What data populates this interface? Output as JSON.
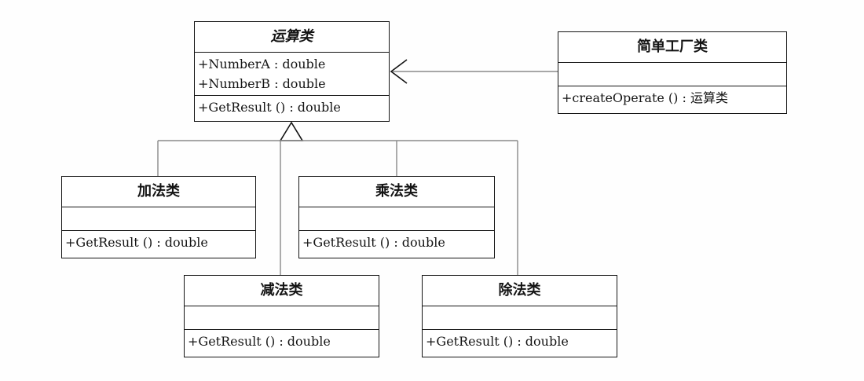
{
  "classes": {
    "operation": {
      "name": "运算类",
      "attributes": [
        "+NumberA  : double",
        "+NumberB  : double"
      ],
      "operations": [
        "+GetResult () : double"
      ]
    },
    "factory": {
      "name": "简单工厂类",
      "operations": [
        "+createOperate () : 运算类"
      ]
    },
    "add": {
      "name": "加法类",
      "operations": [
        "+GetResult () : double"
      ]
    },
    "multiply": {
      "name": "乘法类",
      "operations": [
        "+GetResult () : double"
      ]
    },
    "subtract": {
      "name": "减法类",
      "operations": [
        "+GetResult () : double"
      ]
    },
    "divide": {
      "name": "除法类",
      "operations": [
        "+GetResult () : double"
      ]
    }
  },
  "relations": [
    {
      "from": "factory",
      "to": "operation",
      "kind": "dependency"
    },
    {
      "from": "add",
      "to": "operation",
      "kind": "generalization"
    },
    {
      "from": "multiply",
      "to": "operation",
      "kind": "generalization"
    },
    {
      "from": "subtract",
      "to": "operation",
      "kind": "generalization"
    },
    {
      "from": "divide",
      "to": "operation",
      "kind": "generalization"
    }
  ],
  "colors": {
    "line": "#141414",
    "connector": "#8a8a8a"
  }
}
